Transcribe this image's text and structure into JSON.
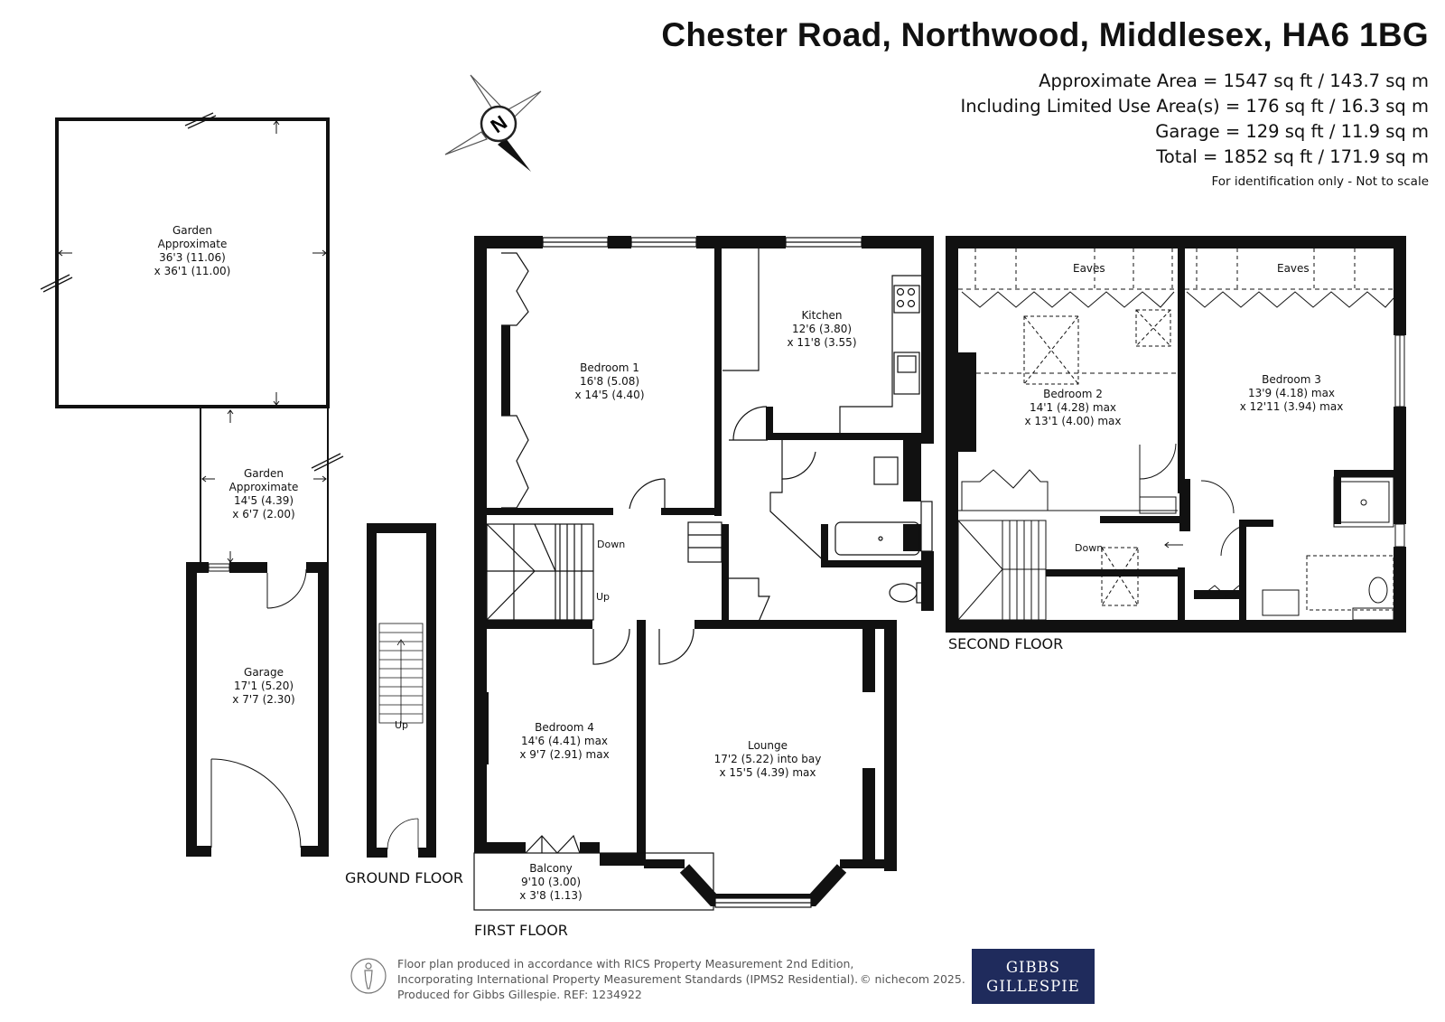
{
  "header": {
    "title": "Chester Road, Northwood, Middlesex, HA6 1BG",
    "area_lines": [
      "Approximate Area = 1547 sq ft / 143.7 sq m",
      "Including Limited Use Area(s) = 176 sq ft / 16.3 sq m",
      "Garage = 129 sq ft / 11.9 sq m",
      "Total = 1852 sq ft / 171.9 sq m"
    ],
    "note": "For identification only - Not to scale"
  },
  "compass": {
    "letter": "N",
    "icon": "compass-north-icon"
  },
  "floors": {
    "ground": "GROUND FLOOR",
    "first": "FIRST FLOOR",
    "second": "SECOND FLOOR"
  },
  "rooms": {
    "garden_large": {
      "name": "Garden",
      "sub": "Approximate",
      "dim1": "36'3 (11.06)",
      "dim2": "x 36'1 (11.00)"
    },
    "garden_small": {
      "name": "Garden",
      "sub": "Approximate",
      "dim1": "14'5 (4.39)",
      "dim2": "x 6'7 (2.00)"
    },
    "garage": {
      "name": "Garage",
      "dim1": "17'1 (5.20)",
      "dim2": "x 7'7 (2.30)"
    },
    "bedroom1": {
      "name": "Bedroom 1",
      "dim1": "16'8 (5.08)",
      "dim2": "x 14'5 (4.40)"
    },
    "kitchen": {
      "name": "Kitchen",
      "dim1": "12'6 (3.80)",
      "dim2": "x 11'8 (3.55)"
    },
    "bedroom4": {
      "name": "Bedroom 4",
      "dim1": "14'6 (4.41) max",
      "dim2": "x 9'7 (2.91) max"
    },
    "lounge": {
      "name": "Lounge",
      "dim1": "17'2 (5.22) into bay",
      "dim2": "x 15'5 (4.39) max"
    },
    "balcony": {
      "name": "Balcony",
      "dim1": "9'10 (3.00)",
      "dim2": "x 3'8 (1.13)"
    },
    "bedroom2": {
      "name": "Bedroom 2",
      "dim1": "14'1 (4.28) max",
      "dim2": "x 13'1 (4.00) max"
    },
    "bedroom3": {
      "name": "Bedroom 3",
      "dim1": "13'9 (4.18) max",
      "dim2": "x 12'11 (3.94) max"
    }
  },
  "stairs": {
    "ground_up": "Up",
    "first_down": "Down",
    "first_up": "Up",
    "second_down": "Down"
  },
  "eaves": {
    "left": "Eaves",
    "right": "Eaves"
  },
  "footer": {
    "lines": [
      "Floor plan produced in accordance with RICS Property Measurement 2nd Edition,",
      "Incorporating International Property Measurement Standards (IPMS2 Residential).",
      "Produced for Gibbs Gillespie.   REF:  1234922"
    ],
    "copyright": "© nichecom 2025.",
    "brand_line1": "GIBBS",
    "brand_line2": "GILLESPIE"
  }
}
